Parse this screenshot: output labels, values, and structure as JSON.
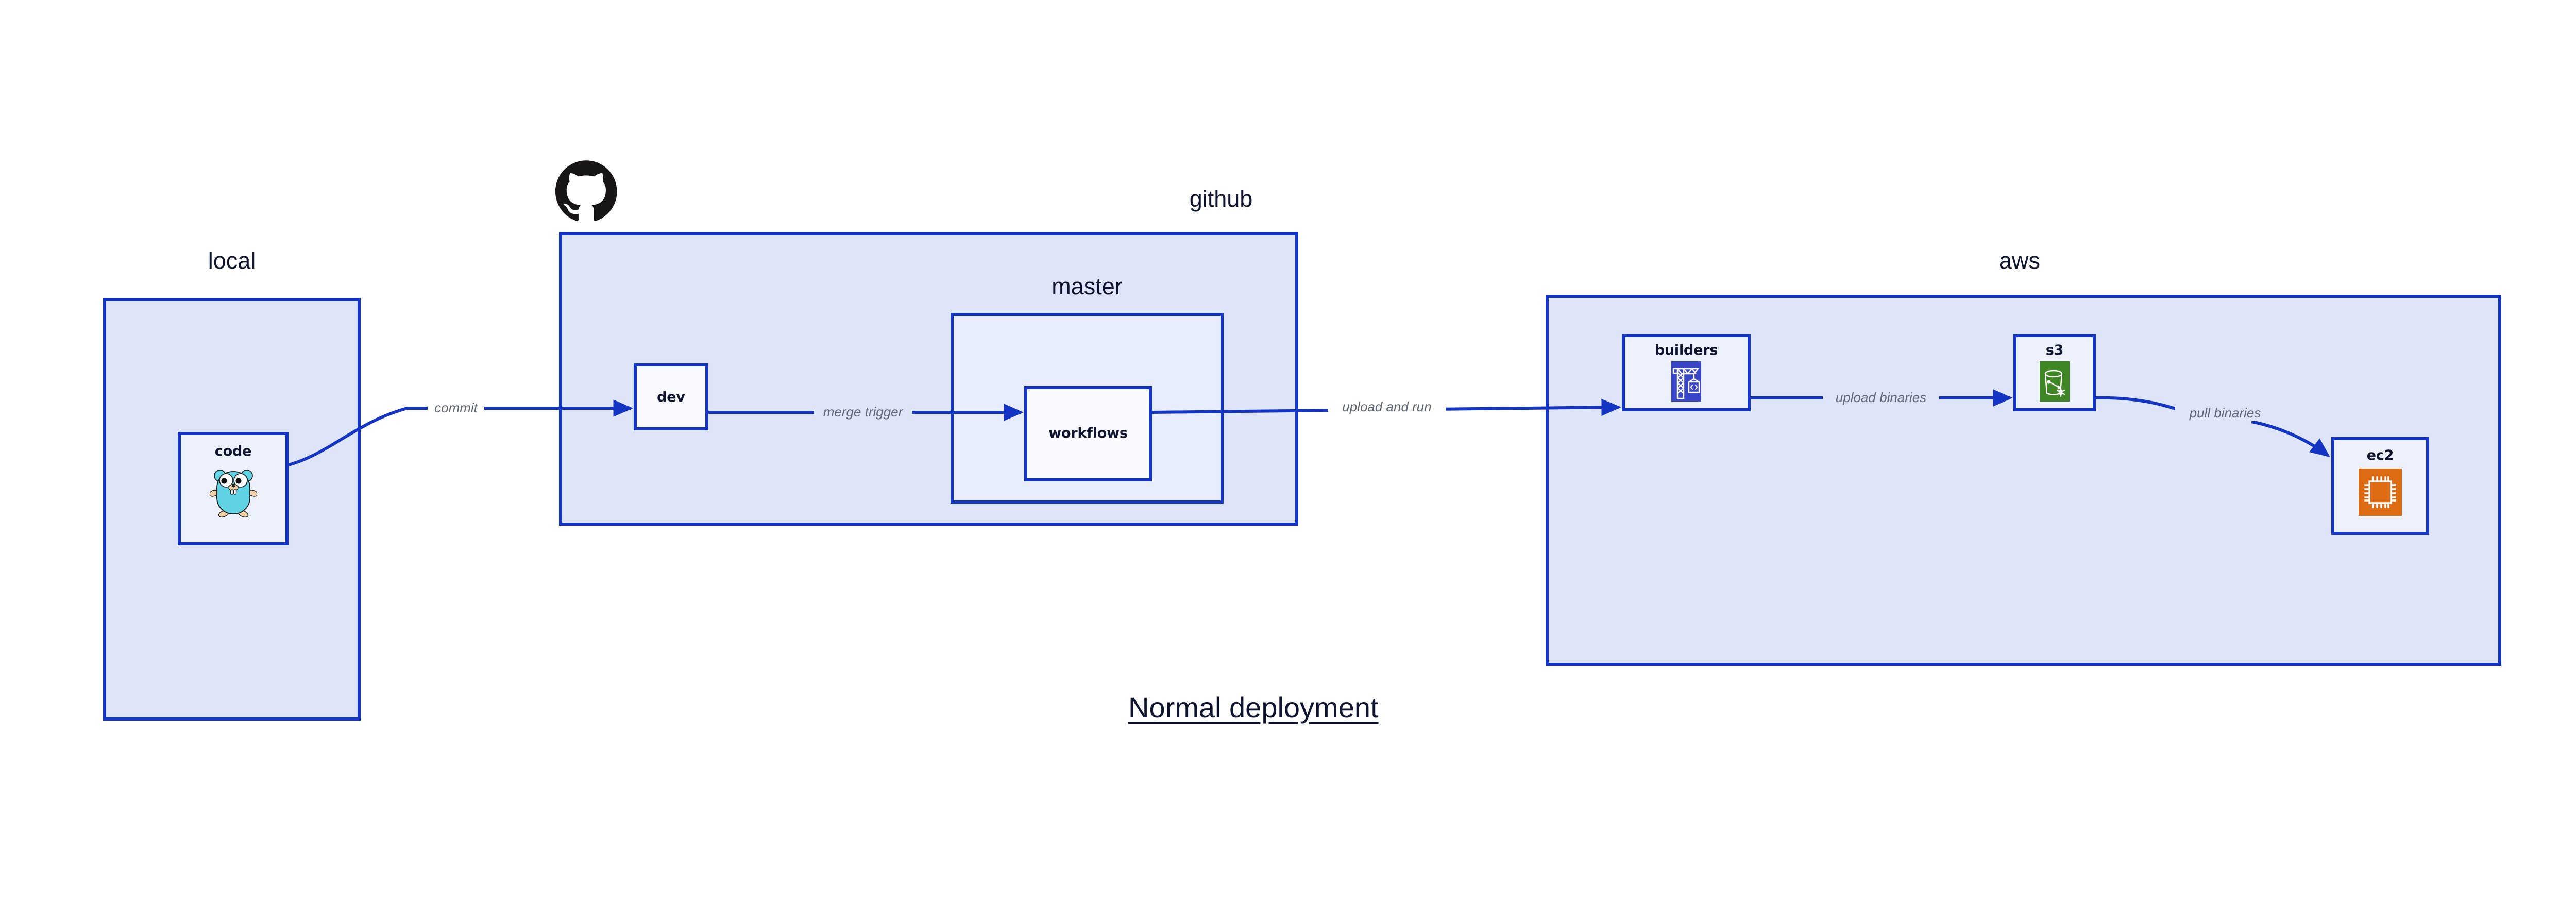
{
  "title": "Normal deployment",
  "colors": {
    "border": "#1434C4",
    "container_fill_l1": "#DEE5F9",
    "container_fill_l2": "#E8EDFB",
    "node_fill": "#EDF1FC",
    "node_fill_white": "#F8FAFE",
    "text_dark": "#0E1430",
    "edge_label": "#5F6675",
    "builders_icon_bg": "#3A46C8",
    "s3_icon_bg": "#3F8624",
    "ec2_icon_bg": "#DD6B14",
    "gopher_body": "#5FD3E3",
    "octocat": "#171515"
  },
  "containers": [
    {
      "id": "local",
      "label": "local"
    },
    {
      "id": "github",
      "label": "github"
    },
    {
      "id": "master",
      "label": "master"
    },
    {
      "id": "aws",
      "label": "aws"
    }
  ],
  "nodes": [
    {
      "id": "code",
      "label": "code",
      "icon": "go-gopher-icon"
    },
    {
      "id": "dev",
      "label": "dev",
      "icon": null
    },
    {
      "id": "workflows",
      "label": "workflows",
      "icon": null
    },
    {
      "id": "builders",
      "label": "builders",
      "icon": "crane-code-icon"
    },
    {
      "id": "s3",
      "label": "s3",
      "icon": "s3-bucket-icon"
    },
    {
      "id": "ec2",
      "label": "ec2",
      "icon": "cpu-chip-icon"
    }
  ],
  "edges": [
    {
      "id": "commit",
      "from": "code",
      "to": "dev",
      "label": "commit"
    },
    {
      "id": "merge-trigger",
      "from": "dev",
      "to": "workflows",
      "label": "merge trigger"
    },
    {
      "id": "upload-and-run",
      "from": "workflows",
      "to": "builders",
      "label": "upload and run"
    },
    {
      "id": "upload-binaries",
      "from": "builders",
      "to": "s3",
      "label": "upload binaries"
    },
    {
      "id": "pull-binaries",
      "from": "s3",
      "to": "ec2",
      "label": "pull binaries"
    }
  ],
  "icons": {
    "octocat": "github-octocat-logo"
  }
}
